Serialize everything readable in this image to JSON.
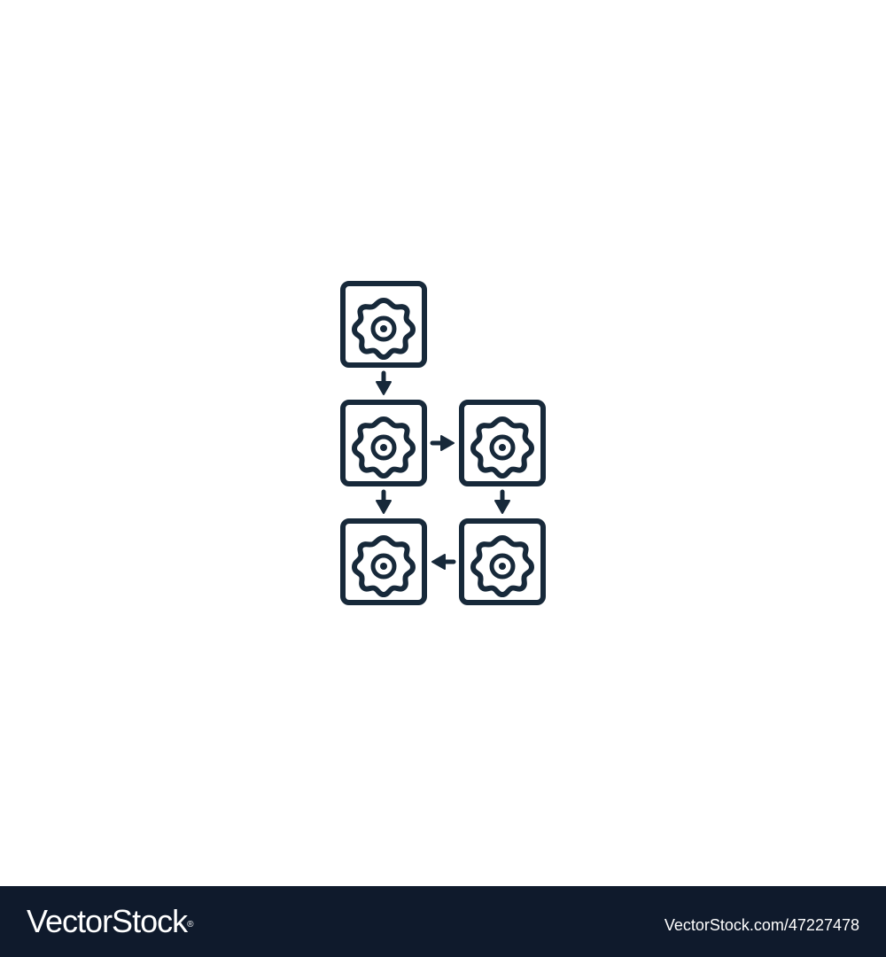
{
  "icon": {
    "name": "workflow-gears-icon",
    "stroke_color": "#17293a",
    "background": "#ffffff",
    "nodes": [
      {
        "id": "node-top",
        "icon": "gear-icon"
      },
      {
        "id": "node-mid-left",
        "icon": "gear-icon"
      },
      {
        "id": "node-mid-right",
        "icon": "gear-icon"
      },
      {
        "id": "node-bottom-left",
        "icon": "gear-icon"
      },
      {
        "id": "node-bottom-right",
        "icon": "gear-icon"
      }
    ],
    "arrows": [
      {
        "from": "node-top",
        "to": "node-mid-left",
        "direction": "down"
      },
      {
        "from": "node-mid-left",
        "to": "node-mid-right",
        "direction": "right"
      },
      {
        "from": "node-mid-left",
        "to": "node-bottom-left",
        "direction": "down"
      },
      {
        "from": "node-mid-right",
        "to": "node-bottom-right",
        "direction": "down"
      },
      {
        "from": "node-bottom-right",
        "to": "node-bottom-left",
        "direction": "left"
      }
    ]
  },
  "footer": {
    "background": "#0f1a2c",
    "logo_text": "VectorStock",
    "logo_mark": "®",
    "stock_id": "VectorStock.com/47227478"
  }
}
